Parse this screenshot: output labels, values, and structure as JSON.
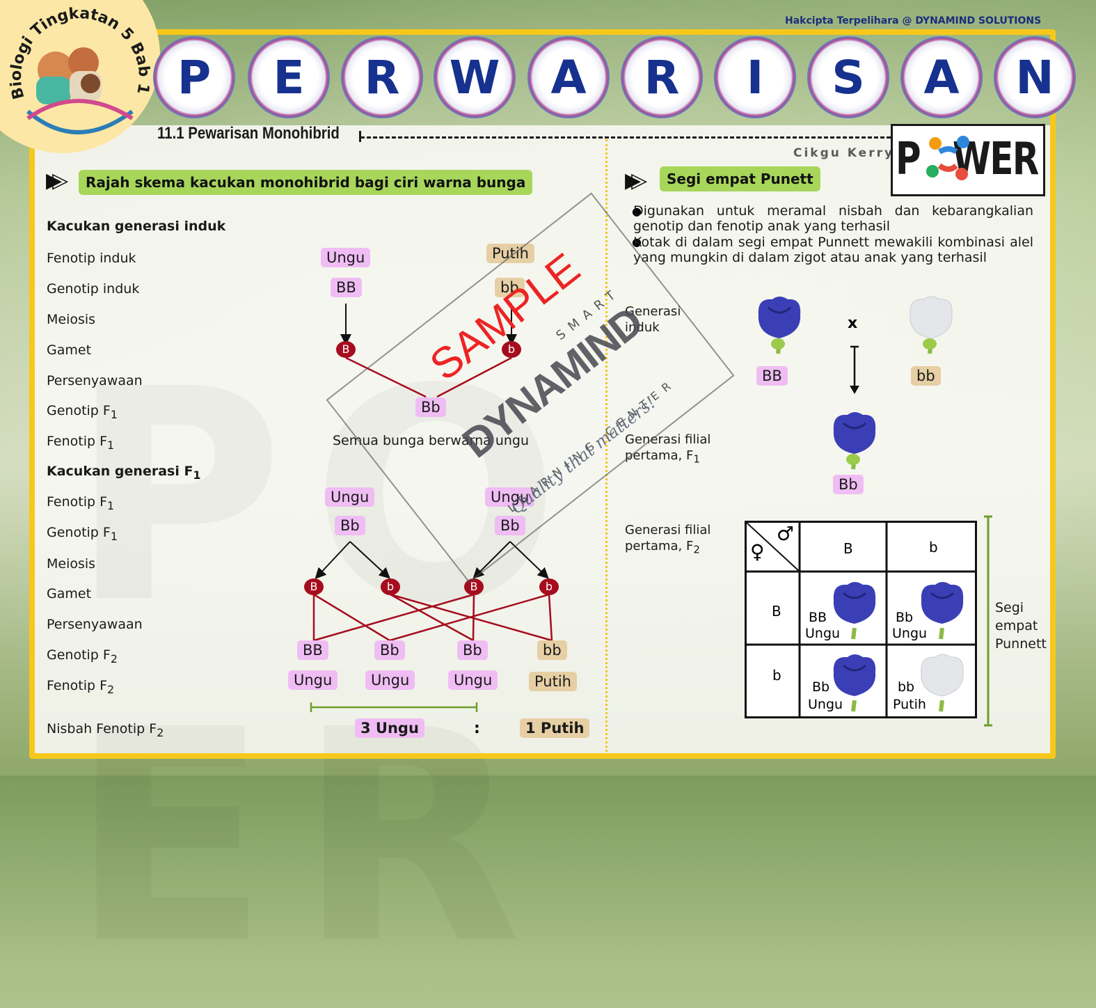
{
  "copyright": "Hakcipta Terpelihara @ DYNAMIND SOLUTIONS",
  "badge": {
    "text": "Biologi Tingkatan 5 Bab 11"
  },
  "title_letters": [
    "P",
    "E",
    "R",
    "W",
    "A",
    "R",
    "I",
    "S",
    "A",
    "N"
  ],
  "subtitle": "11.1 Pewarisan Monohibrid",
  "cikgu": "Cikgu Kerry",
  "brand": {
    "text": "WER",
    "prefix": "P"
  },
  "left": {
    "heading": "Rajah skema kacukan monohibrid bagi ciri warna bunga",
    "section1_title": "Kacukan generasi induk",
    "rows1": [
      "Fenotip induk",
      "Genotip induk",
      "Meiosis",
      "Gamet",
      "Persenyawaan"
    ],
    "genotip_f1": "Genotip F",
    "fenotip_f1": "Fenotip F",
    "section2_title": "Kacukan generasi F",
    "rows2_fen": "Fenotip F",
    "rows2_gen": "Genotip F",
    "meiosis": "Meiosis",
    "gamet": "Gamet",
    "persenyawaan": "Persenyawaan",
    "genotip_f2": "Genotip F",
    "fenotip_f2": "Fenotip F",
    "nisbah": "Nisbah Fenotip F",
    "sub1": "1",
    "sub2": "2",
    "parent1_pheno": "Ungu",
    "parent2_pheno": "Putih",
    "parent1_geno": "BB",
    "parent2_geno": "bb",
    "gamete1": "B",
    "gamete2": "b",
    "f1_geno": "Bb",
    "f1_pheno_text": "Semua bunga berwarna ungu",
    "f1_parents": [
      {
        "pheno": "Ungu",
        "geno": "Bb"
      },
      {
        "pheno": "Ungu",
        "geno": "Bb"
      }
    ],
    "f2_gametes": [
      "B",
      "b",
      "B",
      "b"
    ],
    "f2_geno": [
      "BB",
      "Bb",
      "Bb",
      "bb"
    ],
    "f2_pheno": [
      "Ungu",
      "Ungu",
      "Ungu",
      "Putih"
    ],
    "ratio_left": "3 Ungu",
    "ratio_sep": ":",
    "ratio_right": "1 Putih"
  },
  "right": {
    "heading": "Segi empat Punett",
    "bullets": [
      "Digunakan untuk meramal nisbah dan kebarangkalian genotip dan fenotip anak yang terhasil",
      "Kotak di dalam segi empat Punnett mewakili kombinasi alel yang mungkin di dalam zigot atau anak yang terhasil"
    ],
    "gen_induk": "Generasi induk",
    "cross": "x",
    "p1": "BB",
    "p2": "bb",
    "filial1": "Generasi filial pertama, F",
    "f1": "Bb",
    "filial2": "Generasi filial pertama, F",
    "male_sym": "♂",
    "female_sym": "♀",
    "col": [
      "B",
      "b"
    ],
    "row": [
      "B",
      "b"
    ],
    "cells": [
      {
        "geno": "BB",
        "pheno": "Ungu"
      },
      {
        "geno": "Bb",
        "pheno": "Ungu"
      },
      {
        "geno": "Bb",
        "pheno": "Ungu"
      },
      {
        "geno": "bb",
        "pheno": "Putih"
      }
    ],
    "segi_label": "Segi empat Punnett"
  },
  "watermark": {
    "sample": "SAMPLE",
    "smart": "SMART",
    "brand": "DYNAMIND",
    "center": "LEARNING CENTER",
    "slogan": "Quality that matters!"
  },
  "colors": {
    "frame": "#f7c81a",
    "heading_bg": "#a7d65a",
    "purple_pill": "#efbdf3",
    "tan_pill": "#e6cfa4",
    "node": "#a50c1d",
    "title": "#17318f"
  }
}
